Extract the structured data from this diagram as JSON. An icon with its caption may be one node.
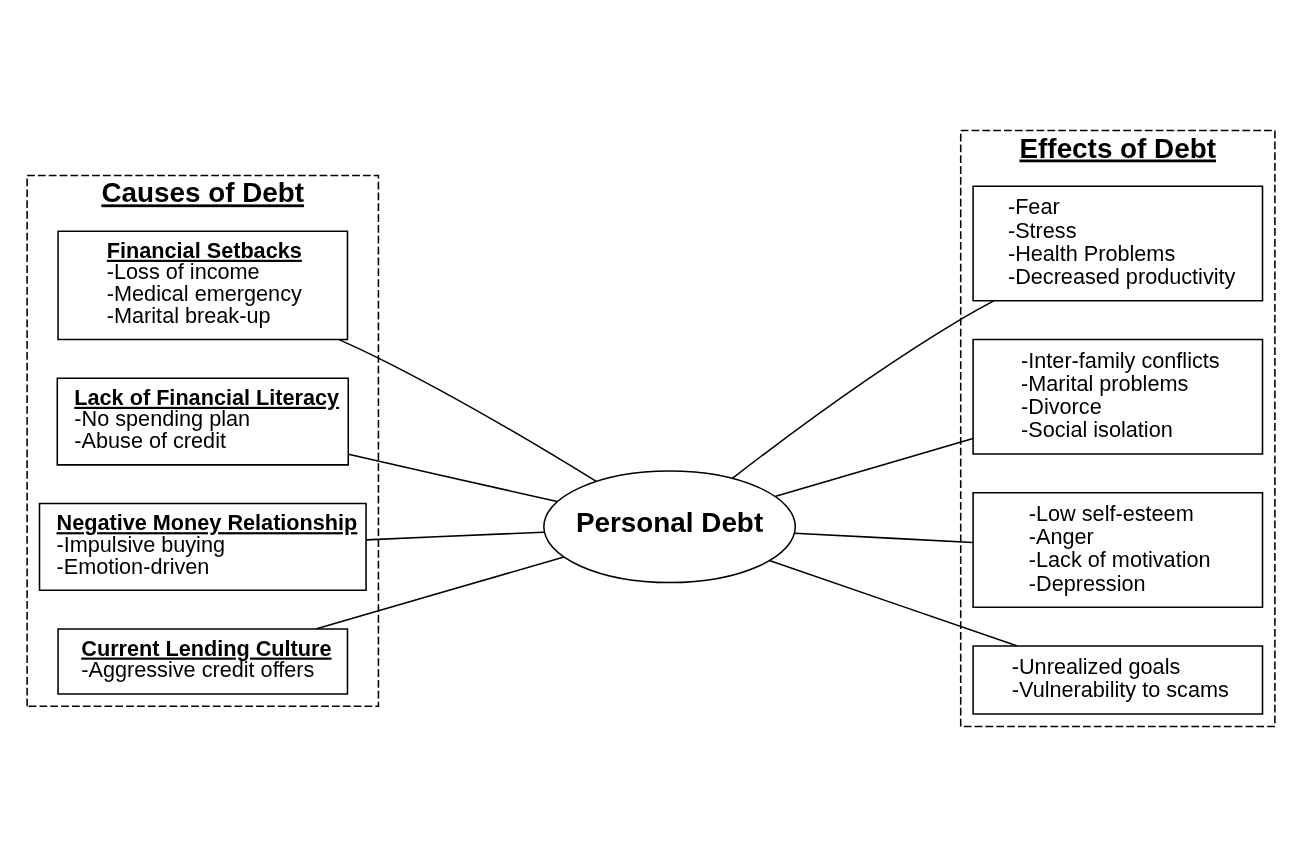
{
  "diagram": {
    "nodes": [
      {
        "text": [
          "Causes of Debt"
        ]
      },
      {
        "text": [
          "Financial Setbacks",
          "-Loss of income",
          "-Medical emergency",
          "-Marital break-up"
        ],
        "in": 0
      },
      {
        "text": [
          "Lack of Financial Literacy",
          "-No spending plan",
          "-Abuse of credit"
        ],
        "in": 0
      },
      {
        "text": [
          "Negative Money Relationship",
          "-Impulsive buying",
          "-Emotion-driven"
        ],
        "in": 0
      },
      {
        "text": [
          "Current Lending Culture",
          "-Aggressive credit offers"
        ],
        "in": 0
      },
      {
        "text": [
          "Personal Debt"
        ]
      },
      {
        "text": [
          "Effects of Debt"
        ]
      },
      {
        "text": [
          "-Fear",
          "-Stress",
          "-Health Problems",
          "-Decreased productivity"
        ],
        "in": 6
      },
      {
        "text": [
          "-Inter-family conflicts",
          "-Marital problems",
          "-Divorce",
          "-Social isolation"
        ],
        "in": 6
      },
      {
        "text": [
          "-Low self-esteem",
          "-Anger",
          "-Lack of motivation",
          "-Depression"
        ],
        "in": 6
      },
      {
        "text": [
          "-Unrealized goals",
          "-Vulnerability to scams"
        ],
        "in": 6
      }
    ],
    "edges": [
      {
        "from": 1,
        "to": 5,
        "arrow": "none"
      },
      {
        "from": 2,
        "to": 5,
        "arrow": "none"
      },
      {
        "from": 3,
        "to": 5,
        "arrow": "none"
      },
      {
        "from": 4,
        "to": 5,
        "arrow": "none"
      },
      {
        "from": 5,
        "to": 7,
        "arrow": "none"
      },
      {
        "from": 5,
        "to": 8,
        "arrow": "none"
      },
      {
        "from": 5,
        "to": 9,
        "arrow": "none"
      },
      {
        "from": 5,
        "to": 10,
        "arrow": "none"
      }
    ]
  }
}
